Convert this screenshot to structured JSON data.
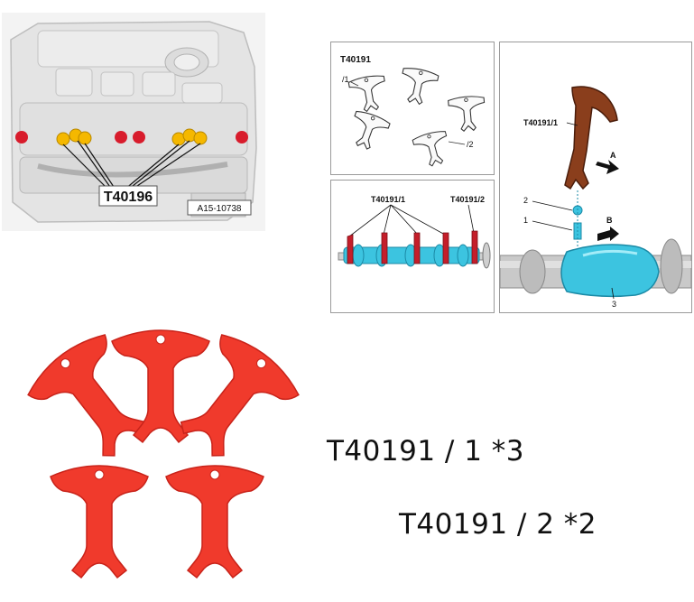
{
  "engine_panel": {
    "tool_label": "T40196",
    "figure_id": "A15-10738"
  },
  "kit_panel": {
    "title": "T40191",
    "part1_mark": "/1",
    "part2_mark": "/2"
  },
  "camshaft_panel": {
    "label_part1": "T40191/1",
    "label_part2": "T40191/2"
  },
  "detail_panel": {
    "tool_label": "T40191/1",
    "arrow_a": "A",
    "arrow_b": "B",
    "callout_1": "1",
    "callout_2": "2",
    "callout_3": "3"
  },
  "captions": {
    "line1": "T40191 / 1 *3",
    "line2": "T40191 / 2 *2"
  },
  "colors": {
    "tool_red": "#f03a2c",
    "tool_brown": "#8a3e1c",
    "camshaft_cyan": "#3cc4e0",
    "plug_red": "#d81c2c",
    "plug_yellow": "#f5b800"
  }
}
